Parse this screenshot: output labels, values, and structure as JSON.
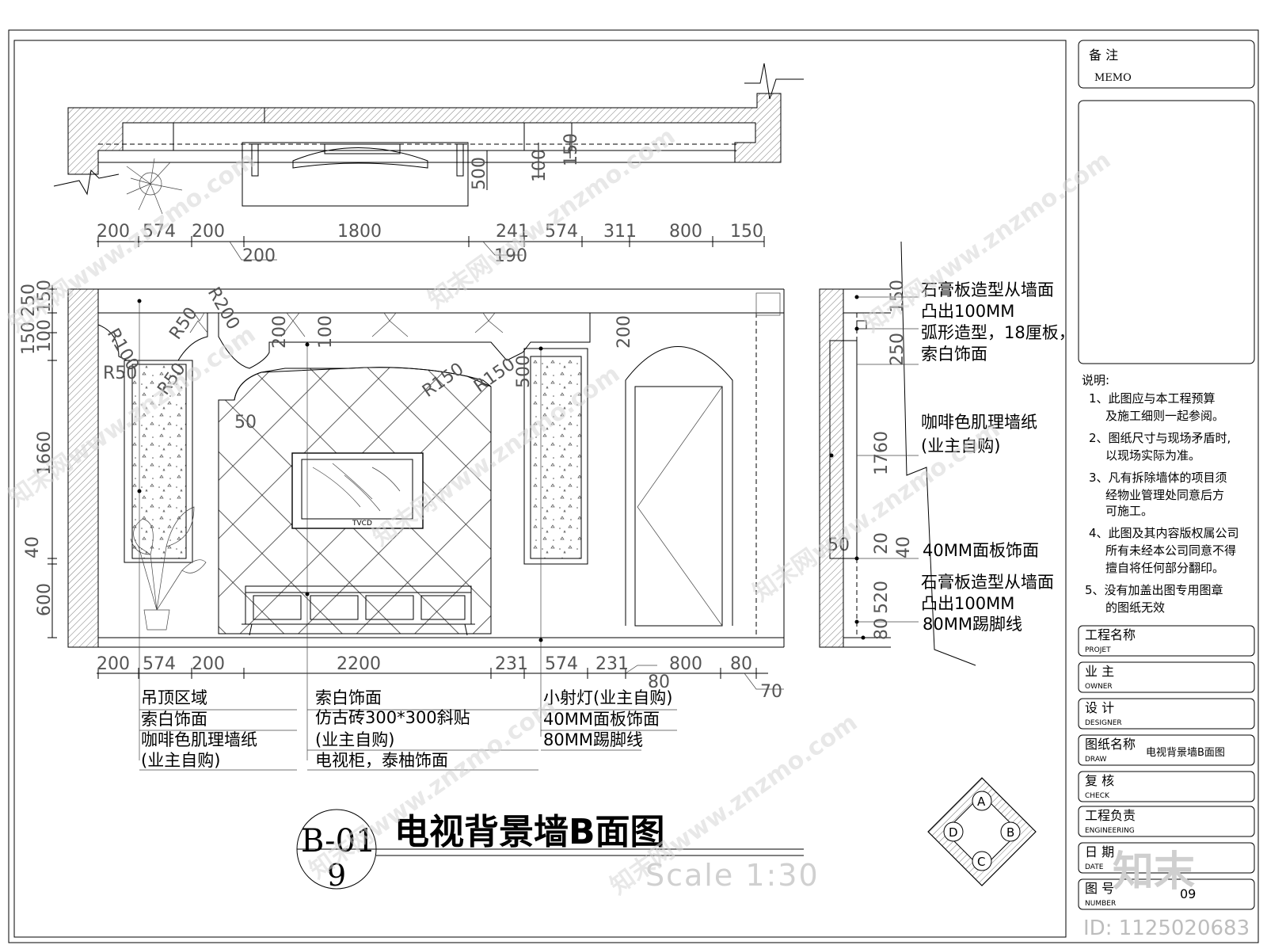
{
  "drawing": {
    "main_title": "电视背景墙B面图",
    "sheet_code_top": "B-01",
    "sheet_code_bottom": "9",
    "scale_text": "Scale 1:30"
  },
  "plan_dims": {
    "row1": [
      "200",
      "574",
      "200",
      "1800",
      "241",
      "574",
      "311",
      "800",
      "150"
    ],
    "row2": [
      "200",
      "190"
    ],
    "vertical": [
      "500",
      "100",
      "150"
    ]
  },
  "elevation_dims": {
    "bottom_row": [
      "200",
      "574",
      "200",
      "2200",
      "231",
      "574",
      "231",
      "80",
      "800",
      "80",
      "70"
    ],
    "left_vertical": [
      "250",
      "150",
      "100",
      "150",
      "1660",
      "40",
      "600"
    ],
    "radii": [
      "R100",
      "R50",
      "R50",
      "R200",
      "R150",
      "R150",
      "R50"
    ],
    "inner": [
      "200",
      "100",
      "200",
      "500",
      "50",
      "50"
    ]
  },
  "section_dims": [
    "150",
    "250",
    "1760",
    "20",
    "40",
    "520",
    "80"
  ],
  "callouts_right": [
    "石膏板造型从墙面",
    "凸出100MM",
    "弧形造型，18厘板，",
    "索白饰面",
    "咖啡色肌理墙纸",
    "(业主自购)",
    "40MM面板饰面",
    "石膏板造型从墙面",
    "凸出100MM",
    "80MM踢脚线"
  ],
  "labels_bottom": {
    "col1": [
      "吊顶区域",
      "索白饰面",
      "咖啡色肌理墙纸",
      "(业主自购)"
    ],
    "col2": [
      "索白饰面",
      "仿古砖300*300斜贴",
      "(业主自购)",
      "电视柜，泰柚饰面"
    ],
    "col3": [
      "小射灯(业主自购)",
      "40MM面板饰面",
      "80MM踢脚线"
    ]
  },
  "title_block": {
    "memo_cn": "备 注",
    "memo_en": "MEMO",
    "notes_title": "说明:",
    "notes": [
      "1、此图应与本工程预算",
      "及施工细则一起参阅。",
      "2、图纸尺寸与现场矛盾时,",
      "以现场实际为准。",
      "3、凡有拆除墙体的项目须",
      "经物业管理处同意后方",
      "可施工。",
      "4、此图及其内容版权属公司",
      "所有未经本公司同意不得",
      "擅自将任何部分翻印。",
      "5、没有加盖出图专用图章",
      "的图纸无效"
    ],
    "fields": [
      {
        "cn": "工程名称",
        "en": "PROJET",
        "value": ""
      },
      {
        "cn": "业 主",
        "en": "OWNER",
        "value": ""
      },
      {
        "cn": "设 计",
        "en": "DESIGNER",
        "value": ""
      },
      {
        "cn": "图纸名称",
        "en": "DRAW",
        "value": "电视背景墙B面图"
      },
      {
        "cn": "复 核",
        "en": "CHECK",
        "value": ""
      },
      {
        "cn": "工程负责",
        "en": "ENGINEERING",
        "value": ""
      },
      {
        "cn": "日 期",
        "en": "DATE",
        "value": ""
      },
      {
        "cn": "图 号",
        "en": "NUMBER",
        "value": "09"
      }
    ]
  },
  "compass": [
    "A",
    "B",
    "C",
    "D"
  ],
  "tv_brand": "TVCD",
  "watermark": {
    "text": "知末网www.znzmo.com",
    "logo": "知末",
    "id": "ID: 1125020683"
  }
}
